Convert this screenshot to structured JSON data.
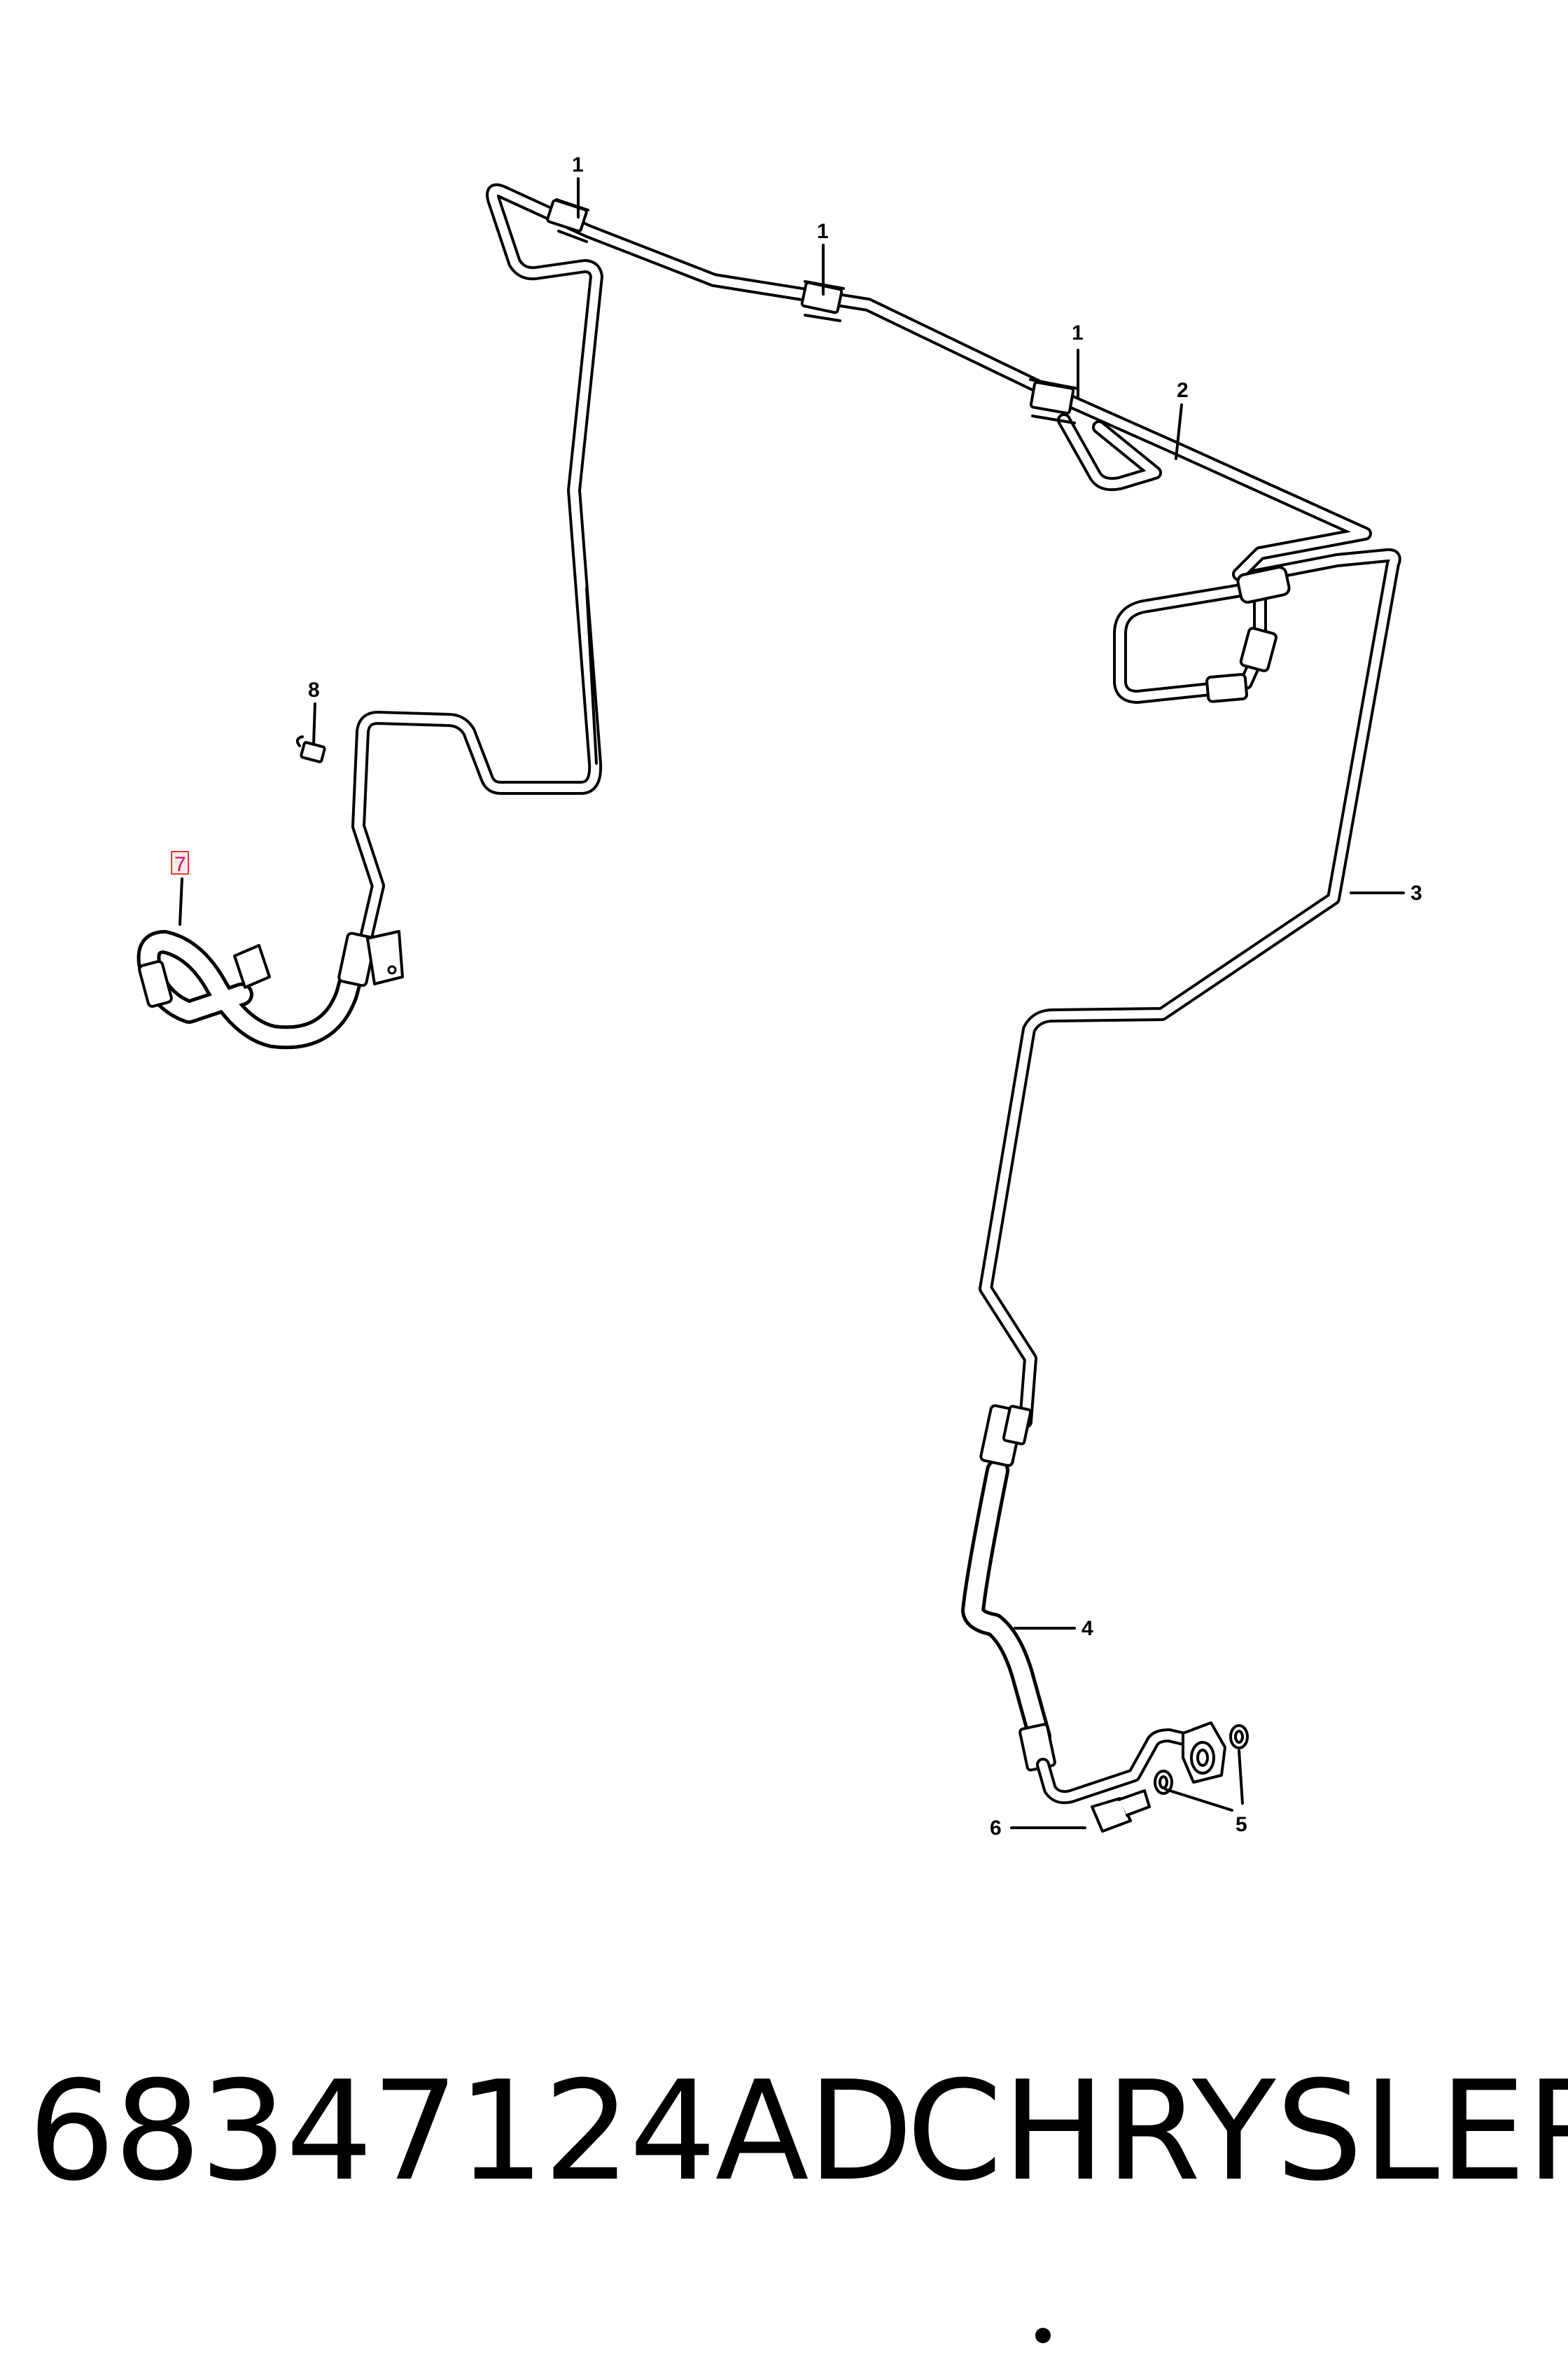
{
  "callouts": {
    "c1a": "1",
    "c1b": "1",
    "c1c": "1",
    "c2": "2",
    "c3": "3",
    "c4": "4",
    "c5": "5",
    "c6": "6",
    "c7": "7",
    "c8": "8"
  },
  "highlight_color": "#e53935",
  "footer": {
    "part_number": "68347124AD",
    "brand": "CHRYSLER"
  }
}
